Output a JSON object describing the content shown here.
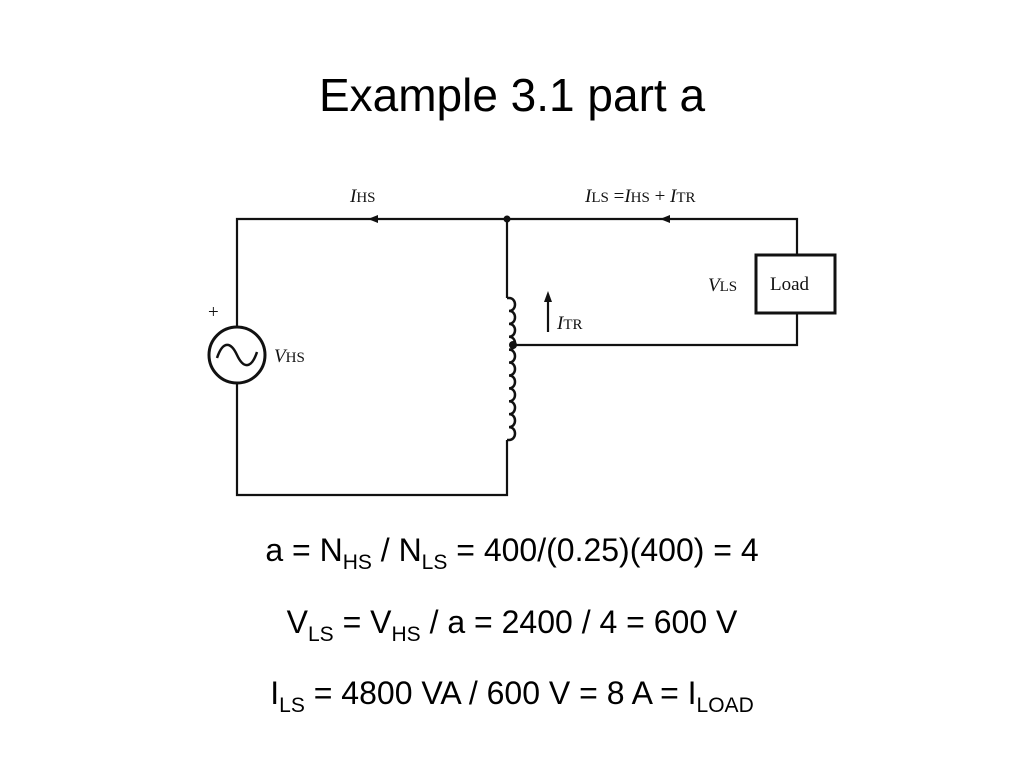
{
  "title": "Example 3.1 part a",
  "diagram": {
    "labels": {
      "i_hs": {
        "main": "I",
        "sub": "HS"
      },
      "i_ls": {
        "main": "I",
        "sub": "LS",
        "eq": " =",
        "t2": "I",
        "t2sub": "HS",
        "plus": " + ",
        "t3": "I",
        "t3sub": "TR"
      },
      "i_tr": {
        "main": "I",
        "sub": "TR"
      },
      "v_hs": {
        "main": "V",
        "sub": "HS"
      },
      "v_ls": {
        "main": "V",
        "sub": "LS"
      },
      "plus_sign": "+",
      "load": "Load"
    }
  },
  "equations": [
    {
      "p1": "a = N",
      "s1": "HS",
      "p2": " / N",
      "s2": "LS",
      "p3": " = 400/(0.25)(400) = 4"
    },
    {
      "p1": "V",
      "s1": "LS",
      "p2": " = V",
      "s2": "HS",
      "p3": " / a = 2400 / 4 = 600 V"
    },
    {
      "p1": "I",
      "s1": "LS",
      "p2": " = 4800 VA / 600 V = 8 A = I",
      "s2": "LOAD",
      "p3": ""
    }
  ]
}
